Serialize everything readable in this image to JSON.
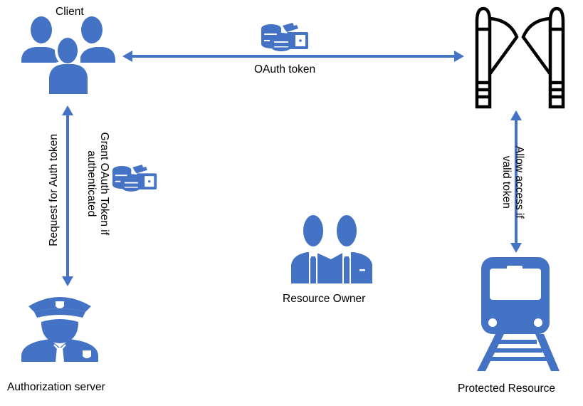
{
  "diagram": {
    "title": "OAuth flow",
    "accent_color": "#4472C4",
    "outline_color": "#000000",
    "nodes": {
      "client": {
        "label": "Client",
        "icon": "users-group-icon"
      },
      "gateway": {
        "label": "",
        "icon": "turnstile-gate-icon"
      },
      "authorization_server": {
        "label": "Authorization server",
        "icon": "police-officer-icon"
      },
      "resource_owner": {
        "label": "Resource Owner",
        "icon": "business-people-icon"
      },
      "protected_resource": {
        "label": "Protected Resource",
        "icon": "train-icon"
      }
    },
    "edges": {
      "client_gateway": {
        "label": "OAuth token",
        "direction": "bidirectional",
        "icon": "money-tokens-icon"
      },
      "client_auth": {
        "label_left": "Request for Auth token",
        "label_right_line1": "Grant OAuth Token if",
        "label_right_line2": "authenticated",
        "direction": "bidirectional",
        "icon": "money-tokens-icon"
      },
      "gateway_resource": {
        "label_line1": "Allow access if",
        "label_line2": "valid token",
        "direction": "bidirectional"
      }
    }
  }
}
